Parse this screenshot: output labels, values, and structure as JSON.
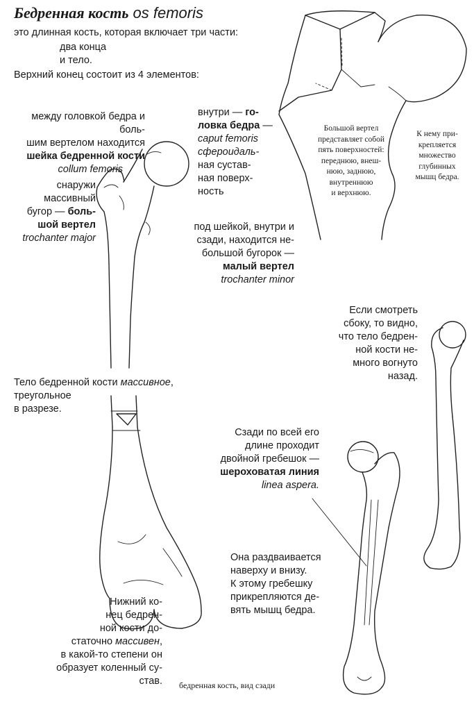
{
  "title": {
    "ru": "Бедренная кость",
    "lat": "os femoris"
  },
  "intro": {
    "line1": "это длинная кость, которая включает три части:",
    "line2": "два конца\nи тело.",
    "line3": "Верхний конец состоит из 4 элементов:"
  },
  "neck": {
    "text": "между головкой бедра и боль-\nшим вертелом находится",
    "term": "шейка бедренной кости",
    "latin": "collum femoris"
  },
  "head": {
    "pre": "внутри — ",
    "term": "го-\nловка бедра",
    "dash": " —",
    "latin": "caput femoris\nсфероидаль-",
    "post": "ная сустав-\nная поверх-\nность"
  },
  "greater_trochanter": {
    "text": "снаружи\nмассивный\nбугор — ",
    "term": "боль-\nшой вертел",
    "latin": "trochanter major"
  },
  "lesser_trochanter": {
    "text": "под шейкой, внутри и\nсзади, находится не-\nбольшой бугорок —",
    "term": "малый вертел",
    "latin": "trochanter minor"
  },
  "trochanter_note": "Большой вертел\nпредставляет собой\nпять поверхностей:\nпереднюю, внеш-\nнюю, заднюю,\nвнутреннюю\nи верхнюю.",
  "muscles_note": "К нему при-\nкрепляется\nмножество\nглубинных\nмышц бедра.",
  "side_view": "Если смотреть\nсбоку, то видно,\nчто тело бедрен-\nной кости не-\nмного вогнуто\nназад.",
  "body": {
    "pre": "Тело бедренной кости ",
    "em": "массивное",
    "post": ",\nтреугольное\nв разрезе."
  },
  "linea": {
    "text": "Сзади по всей его\nдлине проходит\nдвойной гребешок —",
    "term": "шероховатая линия",
    "latin": "linea aspera."
  },
  "split": "Она  раздваивается\nнаверху и внизу.\nК этому гребешку\nприкрепляются де-\nвять мышц бедра.",
  "lower_end": {
    "pre": "Нижний ко-\nнец бедрен-\nной кости до-\nстаточно ",
    "em": "массивен",
    "post": ",\nв какой-то степени он\nобразует коленный су-\nстав."
  },
  "caption": "бедренная кость, вид сзади"
}
